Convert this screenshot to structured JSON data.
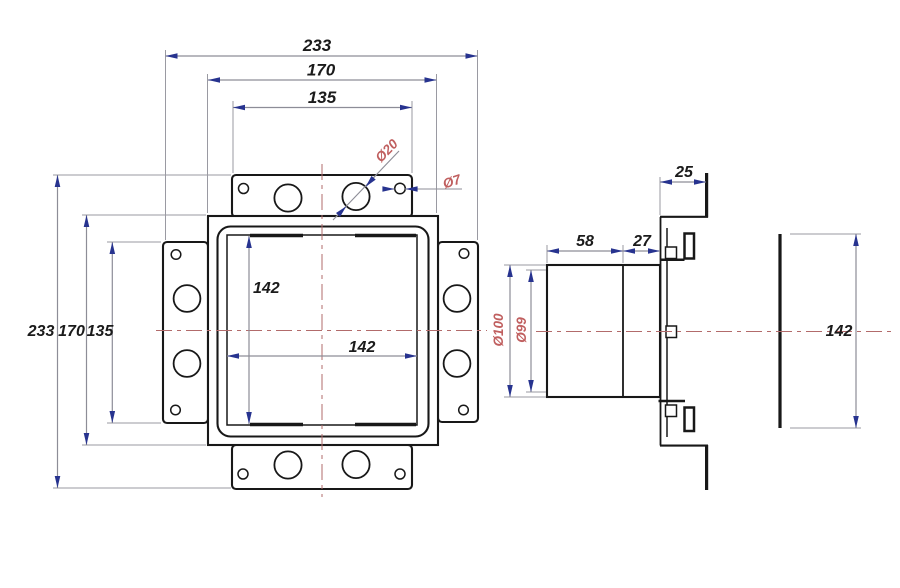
{
  "front_view": {
    "top_dimensions": {
      "overall": "233",
      "body": "170",
      "flange": "135"
    },
    "left_dimensions": {
      "overall": "233",
      "body": "170",
      "flange": "135"
    },
    "opening": {
      "width": "142",
      "height": "142"
    },
    "holes": {
      "large": "Ø20",
      "small": "Ø7"
    }
  },
  "side_view": {
    "spigot_length": "58",
    "spigot_to_plate": "27",
    "flange_return": "25",
    "opening_height": "142",
    "spigot_outer_dia": "Ø100",
    "spigot_inner_dia": "Ø99"
  },
  "colors": {
    "outline": "#181818",
    "dimension_line": "#8d8d97",
    "arrow": "#27338f",
    "dimension_text": "#1b1b1b",
    "diameter_label": "#c05f5f",
    "centerline": "#b26b6b",
    "background": "#ffffff"
  }
}
